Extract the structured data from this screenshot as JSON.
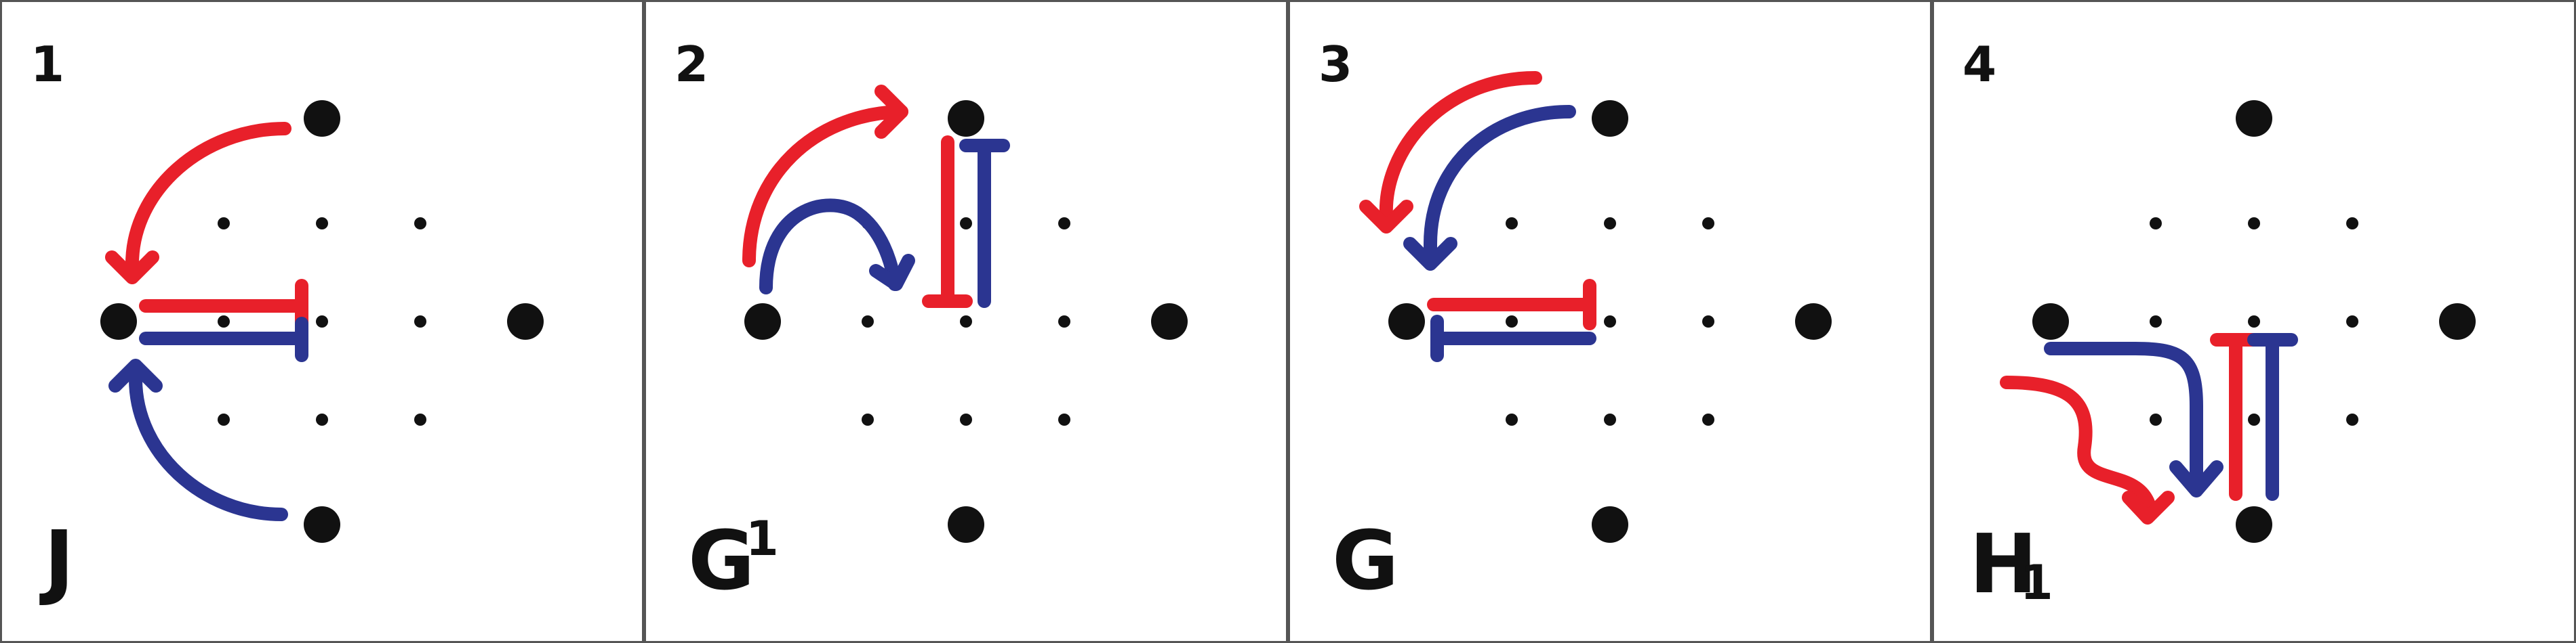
{
  "colors": {
    "red": "#e8202a",
    "blue": "#2b3591",
    "dot": "#111111"
  },
  "panels": [
    {
      "number": "1",
      "label": "J",
      "superscript": "",
      "subscript": ""
    },
    {
      "number": "2",
      "label": "G",
      "superscript": "1",
      "subscript": ""
    },
    {
      "number": "3",
      "label": "G",
      "superscript": "",
      "subscript": ""
    },
    {
      "number": "4",
      "label": "H",
      "superscript": "",
      "subscript": "1"
    }
  ]
}
